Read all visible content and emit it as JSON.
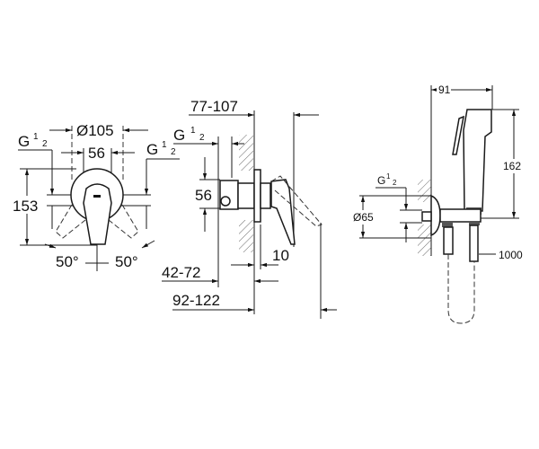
{
  "front_view": {
    "diameter": "Ø105",
    "width": "56",
    "thread_left": {
      "g": "G",
      "num": "1",
      "den": "2"
    },
    "thread_right": {
      "g": "G",
      "num": "1",
      "den": "2"
    },
    "height": "153",
    "angle_left": "50°",
    "angle_right": "50°"
  },
  "side_view": {
    "depth_range": "77-107",
    "thread": {
      "g": "G",
      "num": "1",
      "den": "2"
    },
    "height": "56",
    "plate": "10",
    "install_range": "42-72",
    "total_range": "92-122"
  },
  "hand_shower_view": {
    "width": "91",
    "height": "162",
    "thread": {
      "g": "G",
      "num": "1",
      "den": "2"
    },
    "diameter": "Ø65",
    "hose_length": "1000"
  }
}
